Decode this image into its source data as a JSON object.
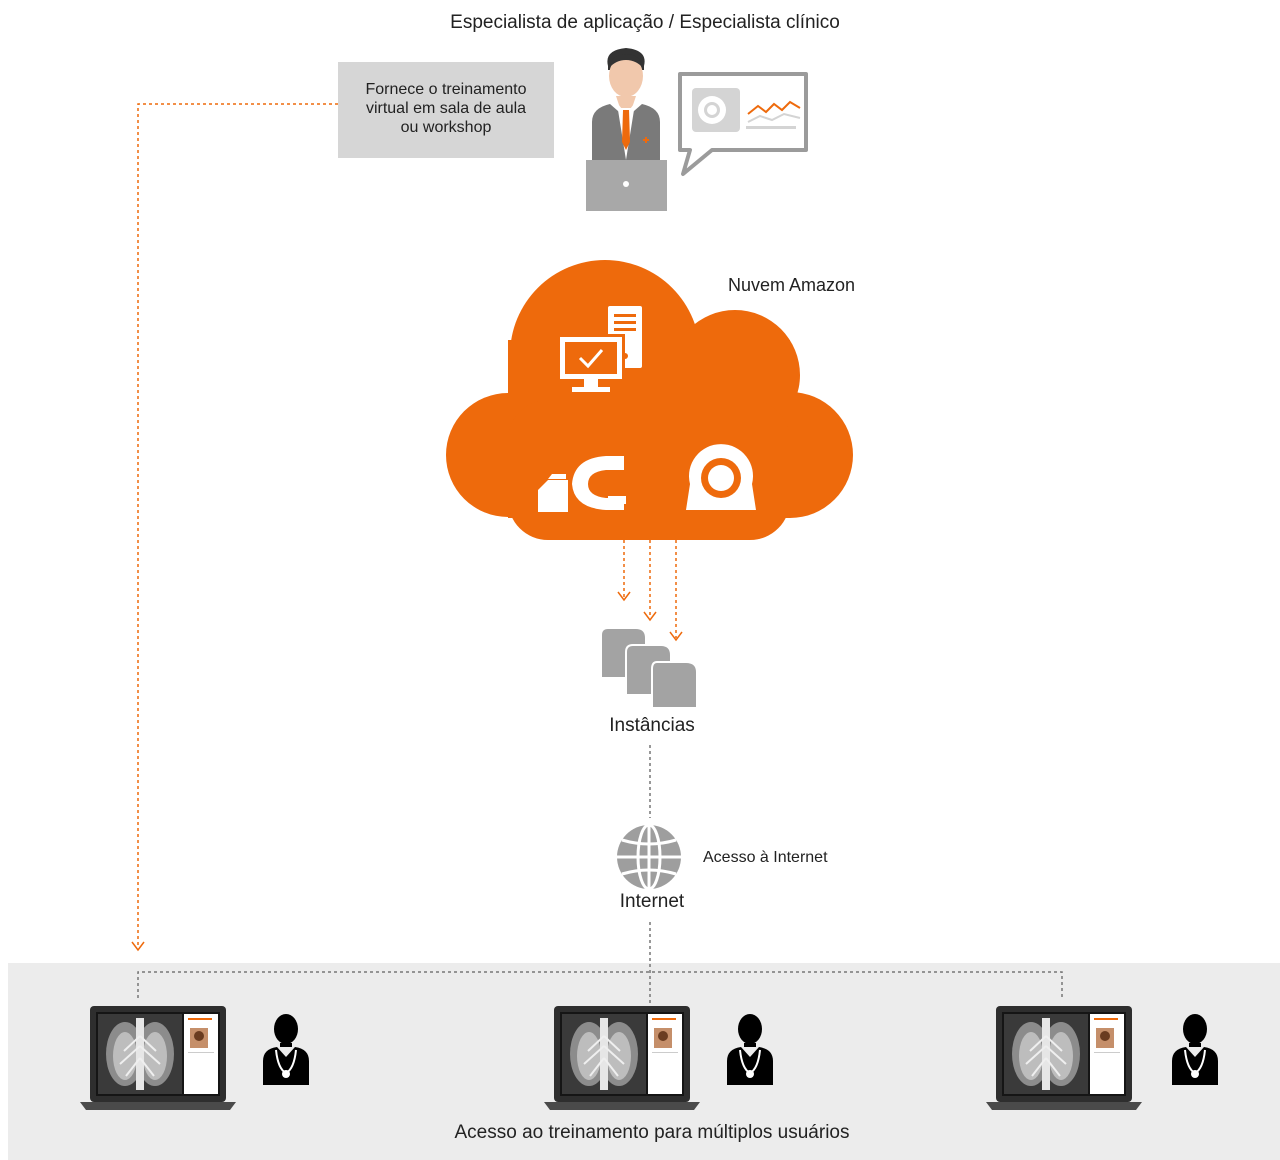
{
  "top_title": "Especialista de aplicação / Especialista clínico",
  "callout": {
    "line1": "Fornece o treinamento",
    "line2": "virtual em sala de aula",
    "line3": "ou workshop"
  },
  "cloud_label": "Nuvem Amazon",
  "instances_label": "Instâncias",
  "internet_label": "Internet",
  "internet_access_label": "Acesso à Internet",
  "bottom_caption": "Acesso ao treinamento para múltiplos usuários",
  "colors": {
    "accent": "#ee6a0c",
    "gray_icon": "#a3a3a3",
    "band": "#ececec",
    "dark": "#111111"
  },
  "icons": {
    "presenter": "person-with-laptop-icon",
    "screen": "presentation-screen-icon",
    "computer": "desktop-computer-icon",
    "scanner_ct": "ct-scanner-icon",
    "scanner_mri": "mri-scanner-icon",
    "instances": "instances-stack-icon",
    "internet": "globe-icon",
    "users": "doctor-icon",
    "laptops": "laptop-lung-scan-icon"
  }
}
